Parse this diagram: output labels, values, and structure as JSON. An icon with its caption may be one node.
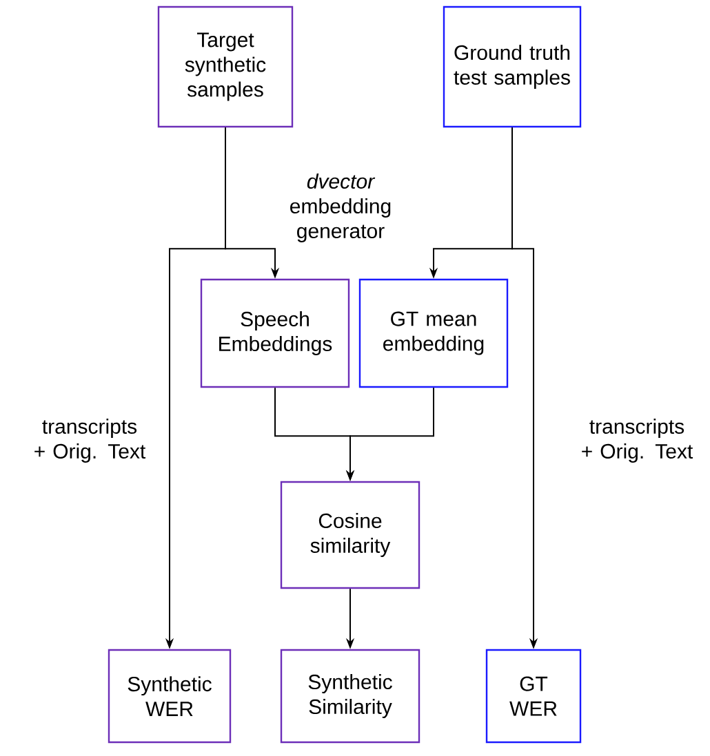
{
  "diagram": {
    "nodes": [
      {
        "text": [
          "Target synthetic samples"
        ]
      },
      {
        "text": [
          "Ground truth test samples"
        ]
      },
      {
        "text": [
          "Speech Embeddings"
        ]
      },
      {
        "text": [
          "GT mean embedding"
        ]
      },
      {
        "text": [
          "Cosine similarity"
        ]
      },
      {
        "text": [
          "Synthetic WER"
        ]
      },
      {
        "text": [
          "Synthetic Similarity"
        ]
      },
      {
        "text": [
          "GT WER"
        ]
      }
    ],
    "edges": [
      {
        "from": 0,
        "to": 2,
        "arrow": "to"
      },
      {
        "from": 0,
        "to": 5,
        "arrow": "to",
        "label": "transcripts + Orig. Text"
      },
      {
        "from": 1,
        "to": 3,
        "arrow": "to"
      },
      {
        "from": 1,
        "to": 7,
        "arrow": "to",
        "label": "transcripts + Orig. Text"
      },
      {
        "from": 2,
        "to": 4,
        "arrow": "to"
      },
      {
        "from": 3,
        "to": 4,
        "arrow": "to"
      },
      {
        "from": 4,
        "to": 6,
        "arrow": "to"
      }
    ],
    "labels": [
      "*dvector* embedding generator"
    ]
  }
}
